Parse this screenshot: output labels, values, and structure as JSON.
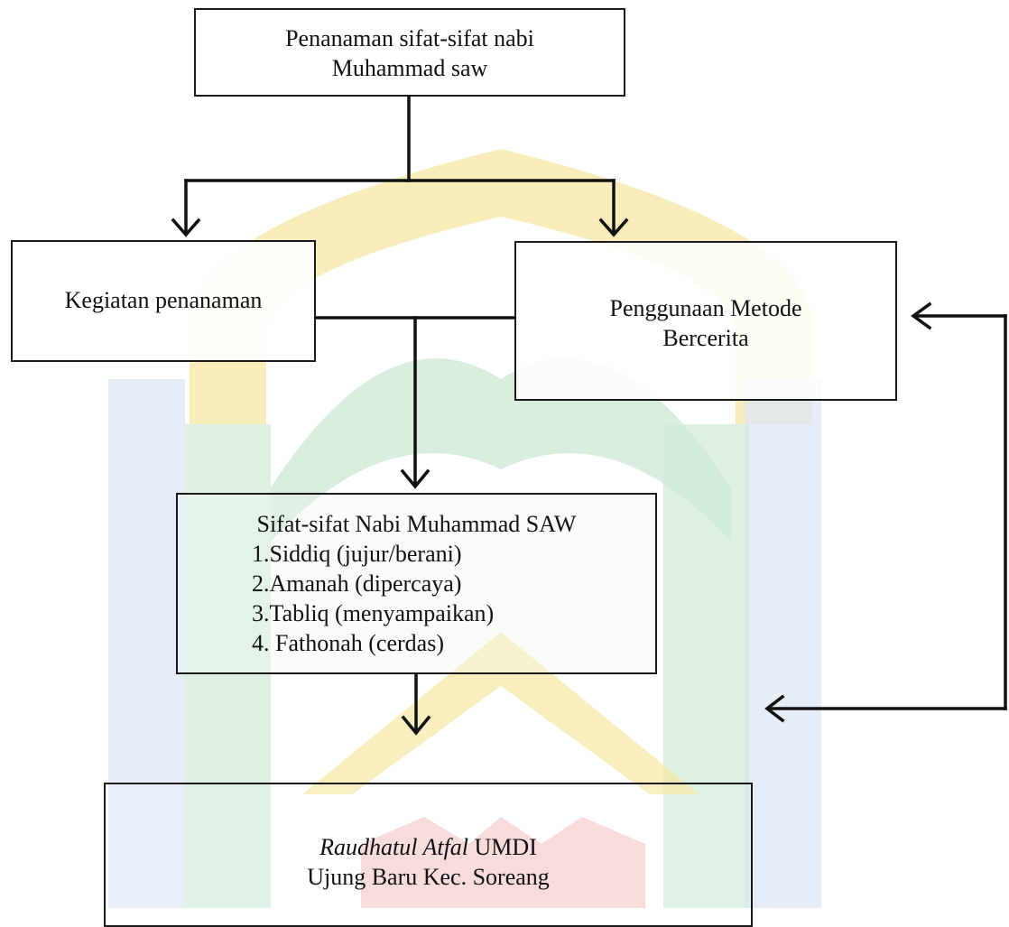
{
  "colors": {
    "watermark_yellow": "#f6e7a3",
    "watermark_green": "#cfe9d6",
    "watermark_blue": "#dde6f5",
    "watermark_red": "#f6cfcf",
    "line": "#111111"
  },
  "diagram": {
    "top_box": {
      "line1": "Penanaman sifat-sifat nabi",
      "line2": "Muhammad saw"
    },
    "left_box": {
      "label": "Kegiatan penanaman"
    },
    "right_box": {
      "line1": "Penggunaan Metode",
      "line2": "Bercerita"
    },
    "middle_box": {
      "title": "Sifat-sifat Nabi Muhammad SAW",
      "items": [
        "1.Siddiq (jujur/berani)",
        "2.Amanah (dipercaya)",
        "3.Tabliq (menyampaikan)",
        "4. Fathonah (cerdas)"
      ]
    },
    "bottom_box": {
      "line1_italic": "Raudhatul Atfal",
      "line1_rest": " UMDI",
      "line2": "Ujung Baru Kec. Soreang"
    }
  }
}
